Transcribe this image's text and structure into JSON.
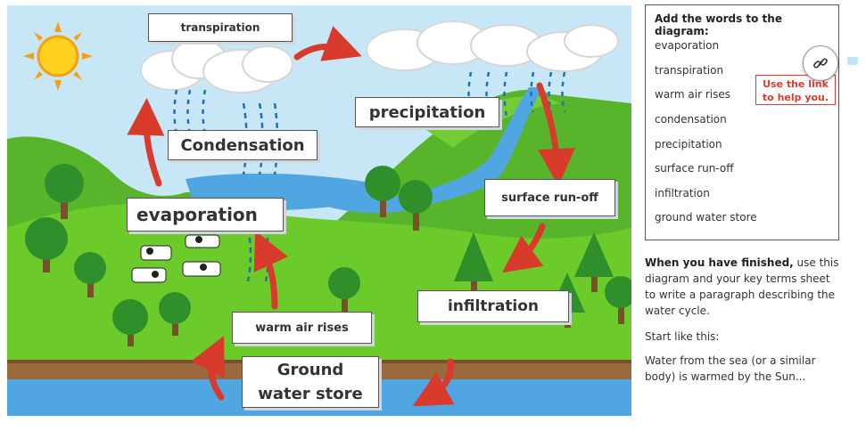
{
  "diagram": {
    "labels": {
      "transpiration": "transpiration",
      "precipitation": "precipitation",
      "condensation": "Condensation",
      "evaporation": "evaporation",
      "surface_run_off": "surface run-off",
      "infiltration": "infiltration",
      "warm_air_rises": "warm air rises",
      "ground_line1": "Ground",
      "ground_line2": "water store"
    },
    "colors": {
      "sky": "#c7e7f6",
      "grass": "#6ccb2a",
      "hills": "#58b52b",
      "water": "#4fa6e0",
      "soil": "#9a6a3e",
      "arrow": "#d83a2b",
      "sun": "#ffd21f"
    }
  },
  "panel": {
    "title": "Add the words to the diagram:",
    "words": [
      "evaporation",
      "transpiration",
      "warm air rises",
      "condensation",
      "precipitation",
      "surface run-off",
      "infiltration",
      "ground water store"
    ],
    "callout": "Use the link to help you.",
    "link_icon": "link-icon"
  },
  "instructions": {
    "bold_lead": "When you have finished,",
    "rest": " use this diagram and your key terms sheet to write a paragraph describing the water cycle.",
    "start": "Start like this:",
    "example": "Water from the sea (or a similar body) is warmed by the Sun..."
  }
}
